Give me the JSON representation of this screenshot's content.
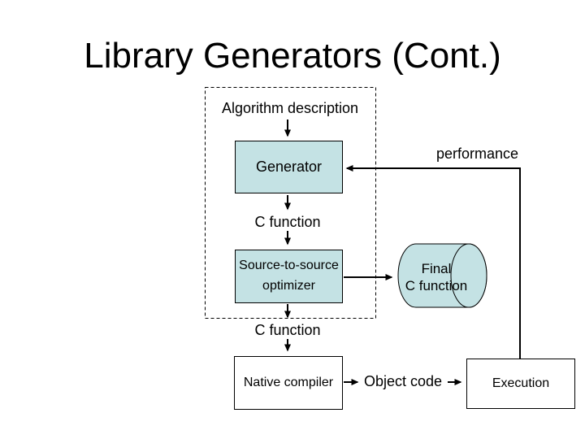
{
  "slide": {
    "title": "Library Generators (Cont.)",
    "background": "#ffffff"
  },
  "diagram": {
    "labels": {
      "algorithm_description": "Algorithm description",
      "c_function_top": "C function",
      "c_function_bottom": "C function",
      "performance": "performance",
      "object_code": "Object code"
    },
    "nodes": {
      "generator": "Generator",
      "optimizer": "Source-to-source optimizer",
      "final_c_function": "Final\nC function",
      "native_compiler": "Native compiler",
      "execution": "Execution"
    },
    "colors": {
      "node_fill": "#c4e2e4",
      "node_border": "#000000",
      "connector": "#000000",
      "text": "#000000"
    }
  }
}
